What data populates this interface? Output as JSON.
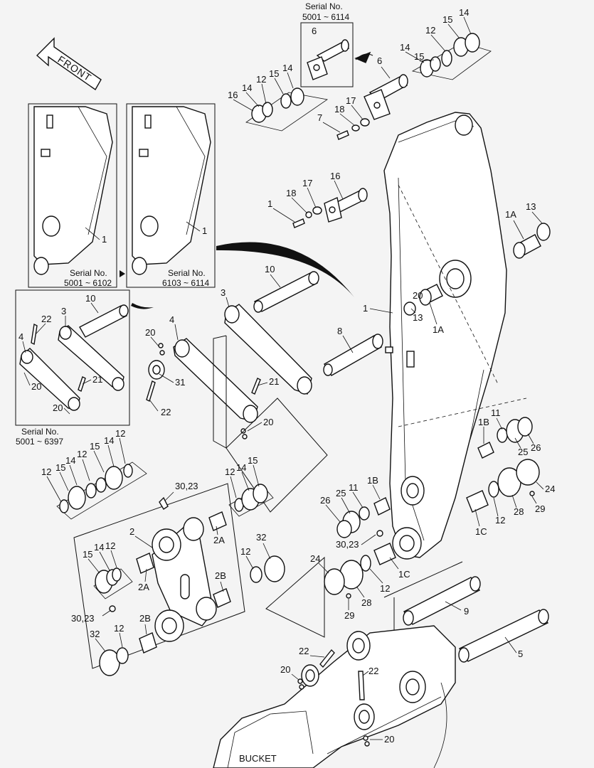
{
  "colors": {
    "background": "#f4f4f4",
    "ink": "#111111",
    "part_fill": "#ffffff"
  },
  "icons": {
    "front_arrow": "arrow-icon"
  },
  "direction_label": "FRONT",
  "bucket_label": "BUCKET",
  "serial_boxes": [
    {
      "title": "Serial No.",
      "range": "5001 ~ 6114"
    },
    {
      "title": "Serial No.",
      "range": "5001 ~ 6102"
    },
    {
      "title": "Serial No.",
      "range": "6103 ~ 6114"
    },
    {
      "title": "Serial No.",
      "range": "5001 ~ 6397"
    }
  ],
  "part_labels": [
    "14",
    "15",
    "12",
    "6",
    "14",
    "15",
    "12",
    "6",
    "14",
    "15",
    "12",
    "14",
    "16",
    "17",
    "18",
    "7",
    "16",
    "17",
    "18",
    "1",
    "1",
    "1",
    "13",
    "1A",
    "1",
    "13",
    "1A",
    "10",
    "3",
    "22",
    "4",
    "20",
    "21",
    "20",
    "10",
    "3",
    "20",
    "4",
    "31",
    "22",
    "21",
    "20",
    "8",
    "15",
    "14",
    "12",
    "12",
    "15",
    "14",
    "12",
    "11",
    "1B",
    "1B",
    "11",
    "25",
    "26",
    "24",
    "12",
    "14",
    "15",
    "30,23",
    "26",
    "25",
    "11",
    "1B",
    "12",
    "1C",
    "28",
    "29",
    "2",
    "2A",
    "15",
    "14",
    "12",
    "12",
    "32",
    "30,23",
    "24",
    "28",
    "2A",
    "2B",
    "2B",
    "30,23",
    "32",
    "12",
    "1C",
    "12",
    "29",
    "9",
    "22",
    "22",
    "20",
    "5",
    "20"
  ]
}
